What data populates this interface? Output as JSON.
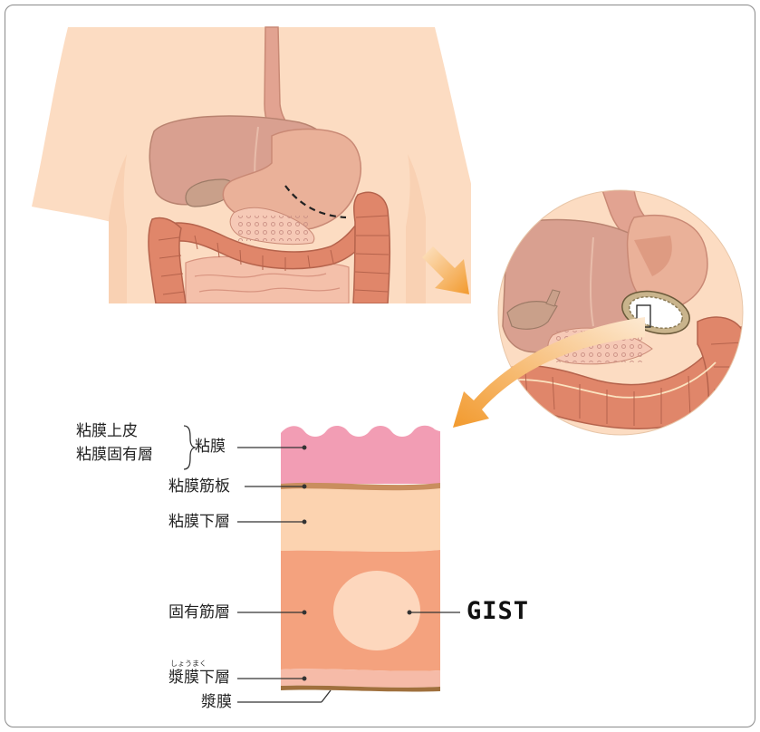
{
  "labels": {
    "mucosal_epithelium": "粘膜上皮",
    "lamina_propria": "粘膜固有層",
    "mucosa": "粘膜",
    "muscularis_mucosae": "粘膜筋板",
    "submucosa": "粘膜下層",
    "muscularis_propria": "固有筋層",
    "subserosa": "漿膜下層",
    "subserosa_ruby": "しょうまく",
    "serosa": "漿膜",
    "tumor": "GIST"
  },
  "colors": {
    "skin": "#fcdcc2",
    "liver": "#d9a090",
    "stomach": "#eab199",
    "intestine": "#e0866a",
    "small_intestine": "#f4c0aa",
    "arrow": "#f29a2e",
    "mucosa_layer": "#f29db4",
    "submucosa_layer": "#fcd3b0",
    "muscle_layer": "#f4a27e",
    "tumor_fill": "#fdd7bd",
    "serosa_layer": "#f6bba8",
    "serosa_line": "#a0703d"
  },
  "icons": [
    "body-torso-illustration",
    "zoom-circle-illustration",
    "arrow-icon",
    "arrow-icon"
  ]
}
